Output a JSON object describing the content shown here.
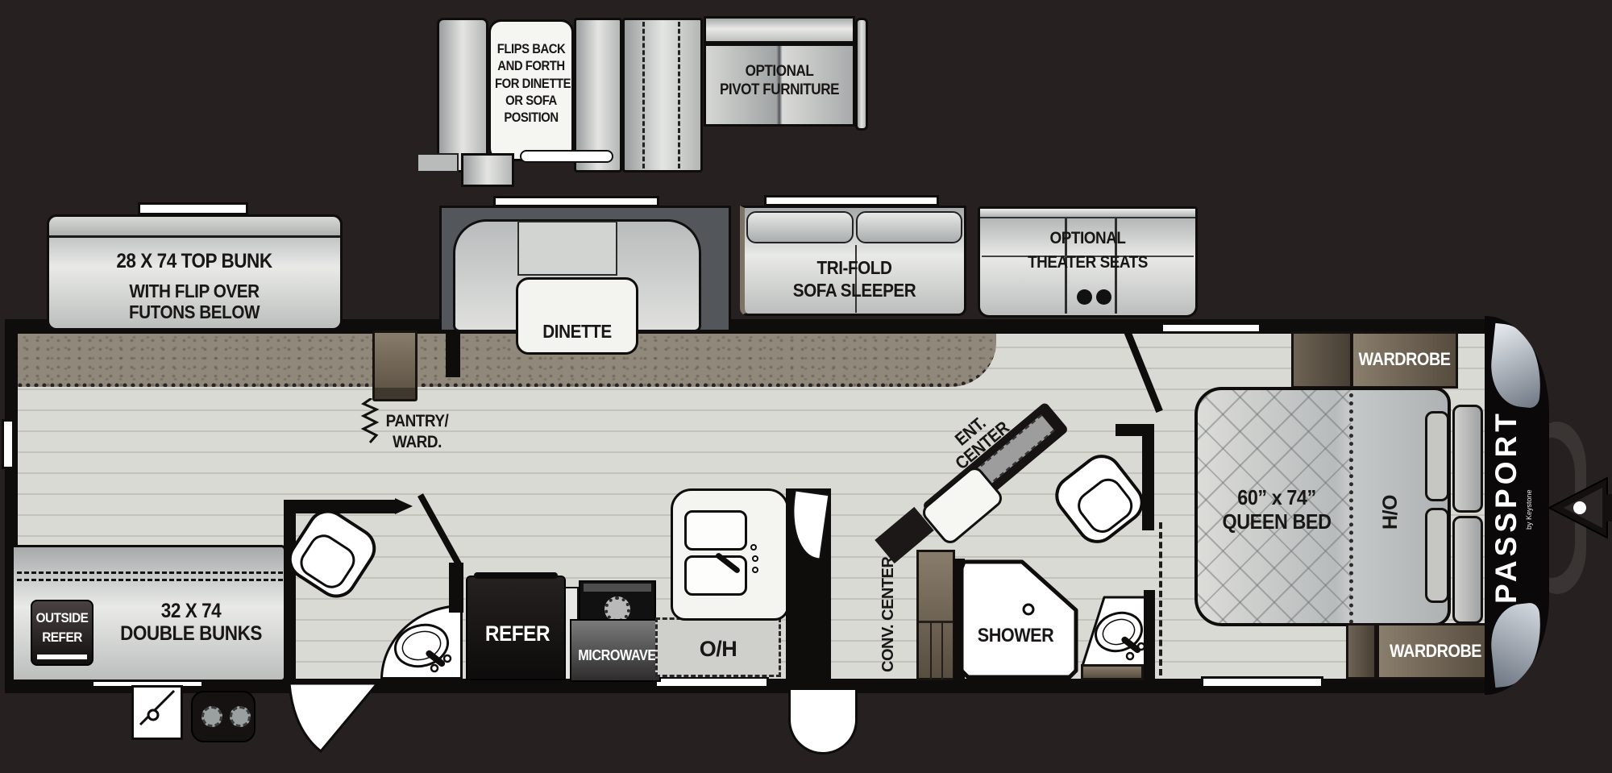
{
  "title": "Passport by Keystone travel trailer floor plan",
  "colors": {
    "background": "#262020",
    "floor": "#dadad4",
    "carpet": "#90887b",
    "cabinet_brown": "#6f6455",
    "wall_black": "#0f0c0c",
    "accent_silver": "#8e97a2",
    "white": "#ffffff"
  },
  "labels": {
    "flip_sofa_l1": "FLIPS BACK",
    "flip_sofa_l2": "AND FORTH",
    "flip_sofa_l3": "FOR DINETTE",
    "flip_sofa_l4": "OR SOFA",
    "flip_sofa_l5": "POSITION",
    "pivot_l1": "OPTIONAL",
    "pivot_l2": "PIVOT FURNITURE",
    "bunk_l1": "28 X 74 TOP BUNK",
    "bunk_l2": "WITH FLIP OVER",
    "bunk_l3": "FUTONS BELOW",
    "dinette": "DINETTE",
    "trifold_l1": "TRI-FOLD",
    "trifold_l2": "SOFA SLEEPER",
    "theater_l1": "OPTIONAL",
    "theater_l2": "THEATER SEATS",
    "pantry_l1": "PANTRY/",
    "pantry_l2": "WARD.",
    "ent_l1": "ENT.",
    "ent_l2": "CENTER",
    "conv": "CONV. CENTER",
    "shower": "SHOWER",
    "wardrobe_front": "WARDROBE",
    "wardrobe_rear": "WARDROBE",
    "bed_l1": "60” x 74”",
    "bed_l2": "QUEEN BED",
    "ho": "H/O",
    "outside_refer_l1": "OUTSIDE",
    "outside_refer_l2": "REFER",
    "bunks_l1": "32 X 74",
    "bunks_l2": "DOUBLE BUNKS",
    "refer": "REFER",
    "microwave": "MICROWAVE",
    "oh": "O/H",
    "brand": "PASSPORT",
    "brand_by": "by Keystone"
  }
}
